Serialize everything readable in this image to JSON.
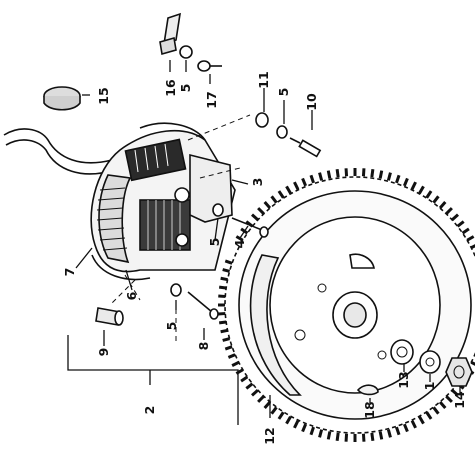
{
  "callouts": {
    "p1": "1",
    "p2": "2",
    "p3": "3",
    "p4": "4",
    "p5a": "5",
    "p5b": "5",
    "p5c": "5",
    "p5d": "5",
    "p6": "6",
    "p7": "7",
    "p8": "8",
    "p9": "9",
    "p10": "10",
    "p11": "11",
    "p12": "12",
    "p13": "13",
    "p14": "14",
    "p15": "15",
    "p16": "16",
    "p17": "17",
    "p18": "18"
  }
}
